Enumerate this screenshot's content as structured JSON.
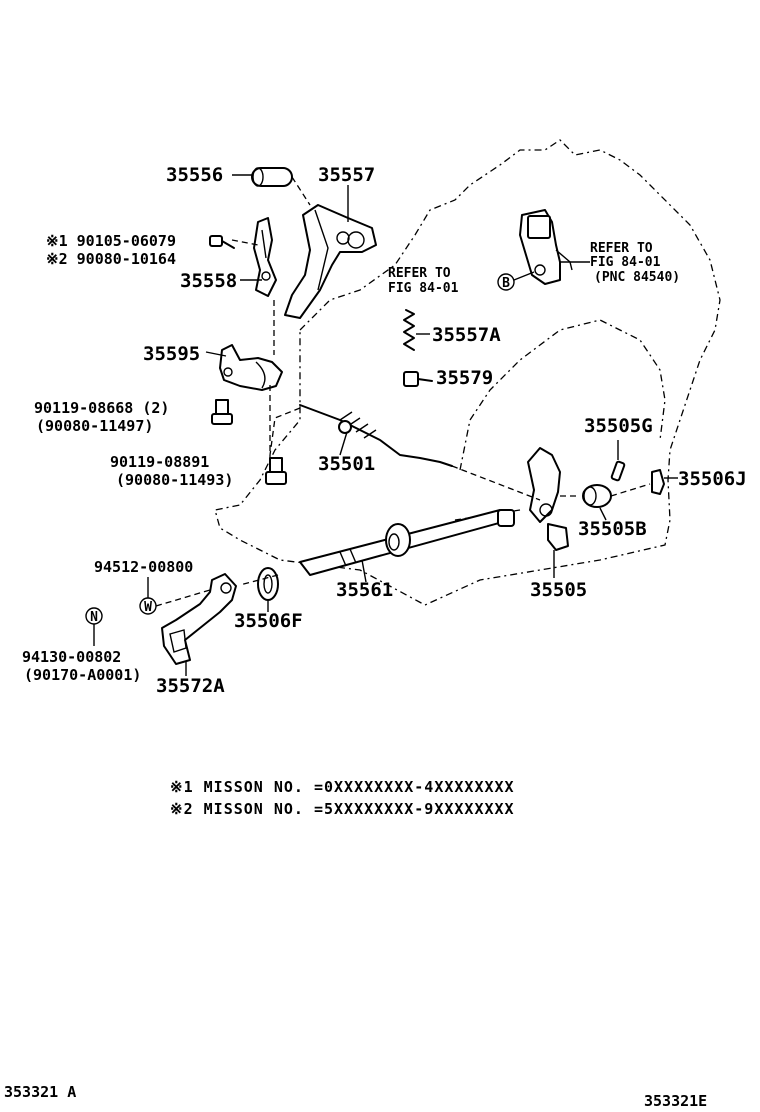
{
  "labels": {
    "p35556": "35556",
    "p35557": "35557",
    "p90105": "※1 90105-06079",
    "p90080a": "※2 90080-10164",
    "p35558": "35558",
    "refer_b_1": "REFER TO",
    "refer_b_2": "FIG 84-01",
    "refer_top_1": "REFER TO",
    "refer_top_2": "FIG 84-01",
    "refer_top_3": "(PNC 84540)",
    "p35557A": "35557A",
    "p35595": "35595",
    "p35579": "35579",
    "p90119a": "90119-08668 (2)",
    "p90080b": "(90080-11497)",
    "p35505G": "35505G",
    "p35501": "35501",
    "p90119b": "90119-08891",
    "p90080c": "(90080-11493)",
    "p35506J": "35506J",
    "p35505B": "35505B",
    "p94512": "94512-00800",
    "p35561": "35561",
    "p35505": "35505",
    "p35506F": "35506F",
    "p94130": "94130-00802",
    "p90170": "(90170-A0001)",
    "p35572A": "35572A",
    "marker_b": "B",
    "marker_w": "W",
    "marker_n": "N"
  },
  "notes": {
    "note1": "※1 MISSON NO. =0XXXXXXXX-4XXXXXXXX",
    "note2": "※2 MISSON NO. =5XXXXXXXX-9XXXXXXXX"
  },
  "footer": {
    "left_code": "353321 A",
    "right_code": "353321E"
  }
}
